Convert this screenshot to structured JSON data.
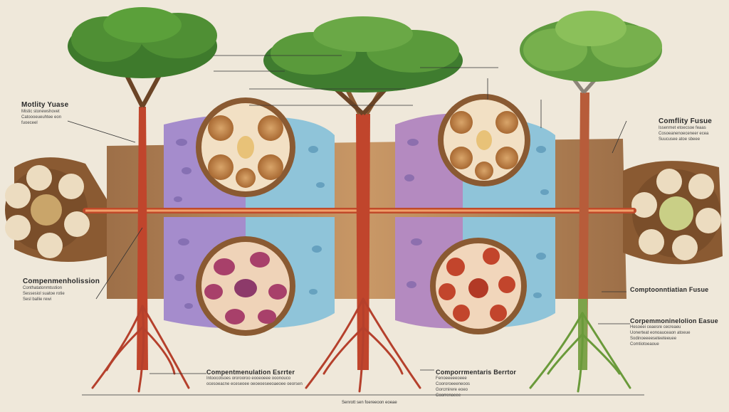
{
  "labels": {
    "left_top": {
      "title": "Motlity Yuase",
      "lines": [
        "Mistic stonewshovet",
        "Catoooeueuhtee eon",
        "fuoeceel"
      ]
    },
    "left_mid": {
      "title": "Compenmenholission",
      "lines": [
        "Conthatatonmtsstion",
        "Sessesiol suatoe rotie",
        "Sesl ballie rewi"
      ]
    },
    "right_top": {
      "title": "Comflity Fusue",
      "lines": [
        "Issenmet etoecsoe feaas",
        "Cosoeanenoeceneer ecea",
        "Suucusee atoe sbeee"
      ]
    },
    "right_mid": {
      "title": "Comptoonntiatian Fusue",
      "lines": []
    },
    "right_low": {
      "title": "Corpemmoninelolion Easue",
      "lines": [
        "Hesoeei ceaesre cecreaeu",
        "Uonerteat eonoauceaon atoeue",
        "Sodinoeeeeseteeteeuee",
        "Comtiotoeaoue"
      ]
    },
    "bottom_left": {
      "title": "Compentmenulation Esrrter",
      "lines": [
        "Intoocotsoes ororooroo eooeoeee ooonouco",
        "ocesoeacne eceseoee oeoeoeseeoaeoee oeorsen"
      ]
    },
    "bottom_mid": {
      "title": "Comporrmentaris Berrtor",
      "lines": [
        "Fenoeeeeeoeee",
        "Coororoeeeneoos",
        "Gorcmirere eoeo",
        "Coorrenoeee"
      ]
    }
  },
  "footer": "Senrott sen foereeoon eoeae",
  "colors": {
    "background": "#efe8da",
    "bark": "#b07a45",
    "foliage": "#4f8f34",
    "root_red": "#b5402c",
    "root_green": "#6a9a3a",
    "purple_tissue": "#9f87c2",
    "blue_tissue": "#8ec1d6"
  }
}
